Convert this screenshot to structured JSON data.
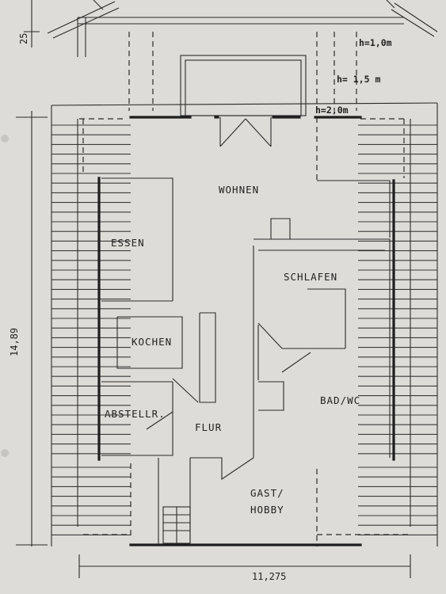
{
  "rooms": {
    "wohnen": "WOHNEN",
    "essen": "ESSEN",
    "schlafen": "SCHLAFEN",
    "kochen": "KOCHEN",
    "bad_wc": "BAD/WC",
    "abstellr": "ABSTELLR.",
    "flur": "FLUR",
    "gast_hobby_1": "GAST/",
    "gast_hobby_2": "HOBBY"
  },
  "heights": {
    "h1": "h=1,0m",
    "h2": "h= 1,5 m",
    "h3": "h=2,0m"
  },
  "dimensions": {
    "top": "25",
    "height": "14,89",
    "width": "11,275"
  }
}
